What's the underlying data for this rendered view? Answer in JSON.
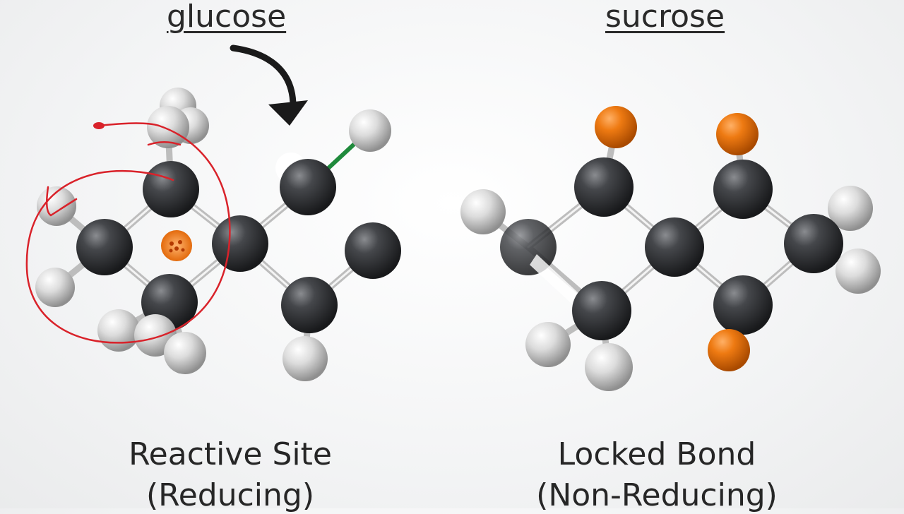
{
  "left_panel": {
    "title": "glucose",
    "caption_line1": "Reactive Site",
    "caption_line2": "(Reducing)"
  },
  "right_panel": {
    "title": "sucrose",
    "caption_line1": "Locked Bond",
    "caption_line2": "(Non-Reducing)"
  },
  "colors": {
    "carbon": "#333538",
    "hydrogen": "#d9d9d9",
    "oxygen_orange": "#e8750f",
    "annotation_red": "#d9222a",
    "arrow_black": "#1a1a1a",
    "bond_green": "#1f8a3c"
  },
  "icons": [
    "curved-arrow-icon",
    "red-circle-annotation",
    "reactive-site-marker"
  ]
}
